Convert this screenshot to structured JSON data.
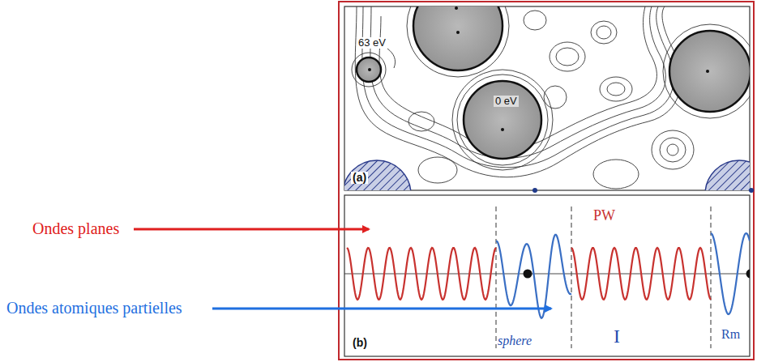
{
  "diagram": {
    "labels": [
      "Ondes planes",
      "Ondes atomiques partielles",
      "63 eV",
      "0 eV",
      "(a)",
      "PW",
      "(b)",
      "sphere",
      "I",
      "Rm"
    ]
  }
}
